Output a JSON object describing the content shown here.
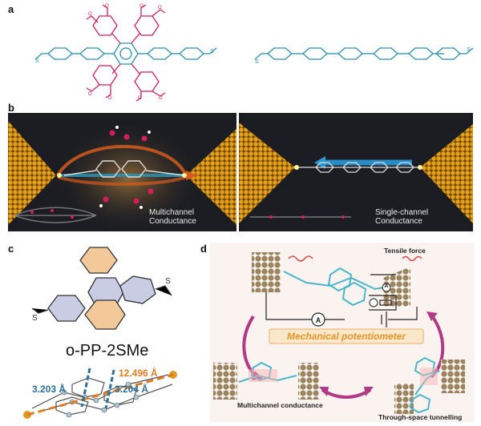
{
  "figure": {
    "labels": {
      "a": "a",
      "b": "b",
      "c": "c",
      "d": "d"
    },
    "panel_b": {
      "left_caption": "Multichannel Conductance",
      "right_caption": "Single-channel Conductance"
    },
    "panel_c": {
      "molecule_name": "o-PP-2SMe",
      "distance_long": "12.496 Å",
      "distance_a": "3.203 Å",
      "distance_b": "3.204 Å"
    },
    "panel_d": {
      "tensile_force": "Tensile force",
      "banner": "Mechanical potentiometer",
      "multichannel": "Multichannel conductance",
      "through_space": "Through-space tunnelling",
      "ammeter_main": "A",
      "ammeter_small": "A"
    },
    "colors": {
      "magenta": "#d21f5a",
      "teal": "#2a8fb0",
      "orange": "#e07b22",
      "gold": "#e3a21a",
      "arrow_purple": "#b23a85",
      "bronze": "#9a8460"
    }
  }
}
